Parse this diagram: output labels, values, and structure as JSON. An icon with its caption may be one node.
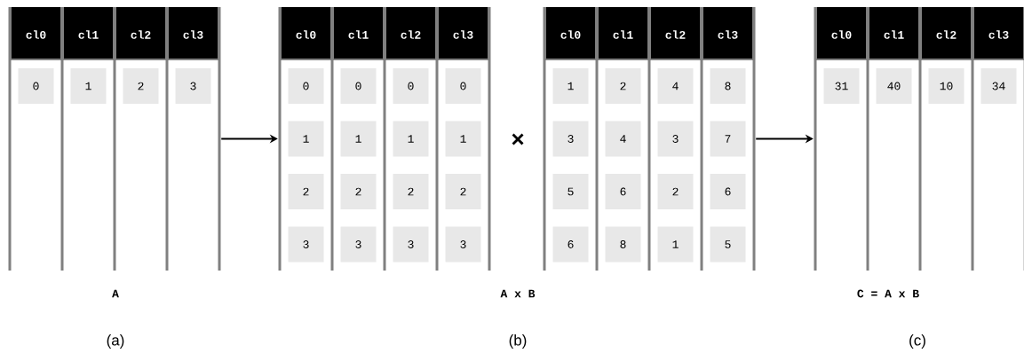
{
  "diagram": {
    "nodes": [
      {
        "text": [
          "cl0",
          "cl1",
          "cl2",
          "cl3",
          "0",
          "1",
          "2",
          "3"
        ]
      },
      {
        "text": [
          "cl0",
          "cl1",
          "cl2",
          "cl3",
          "0",
          "0",
          "0",
          "0",
          "1",
          "1",
          "1",
          "1",
          "2",
          "2",
          "2",
          "2",
          "3",
          "3",
          "3",
          "3"
        ]
      },
      {
        "text": [
          "cl0",
          "cl1",
          "cl2",
          "cl3",
          "1",
          "2",
          "4",
          "8",
          "3",
          "4",
          "3",
          "7",
          "5",
          "6",
          "2",
          "6",
          "6",
          "8",
          "1",
          "5"
        ]
      },
      {
        "text": [
          "cl0",
          "cl1",
          "cl2",
          "cl3",
          "31",
          "40",
          "10",
          "34"
        ]
      }
    ],
    "edges": [
      {
        "from": 0,
        "to": 1,
        "arrow": "to"
      },
      {
        "from": 2,
        "to": 3,
        "arrow": "to"
      }
    ],
    "labels": [
      "×",
      "A",
      "A x B",
      "C = A x B",
      "(a)",
      "(b)",
      "(c)"
    ]
  }
}
